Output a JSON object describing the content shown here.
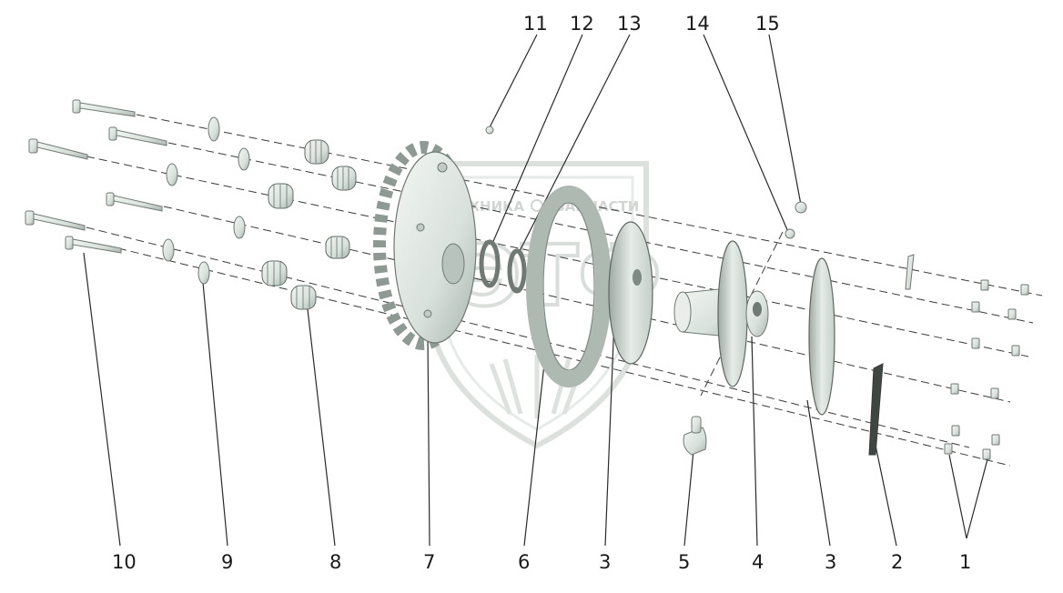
{
  "diagram": {
    "top_callouts": [
      "11",
      "12",
      "13",
      "14",
      "15"
    ],
    "bottom_callouts": [
      "10",
      "9",
      "8",
      "7",
      "6",
      "3",
      "5",
      "4",
      "3",
      "2",
      "1"
    ]
  },
  "watermark": {
    "text_left": "ТЕХНИКА",
    "text_right": "ЗАПЧАСТИ",
    "logo_letters": "ЭТФ"
  },
  "colors": {
    "part_fill": "#dde5e0",
    "part_shadow": "#aab6af",
    "line": "#3a3a3a",
    "watermark": "#d2d8d4"
  }
}
